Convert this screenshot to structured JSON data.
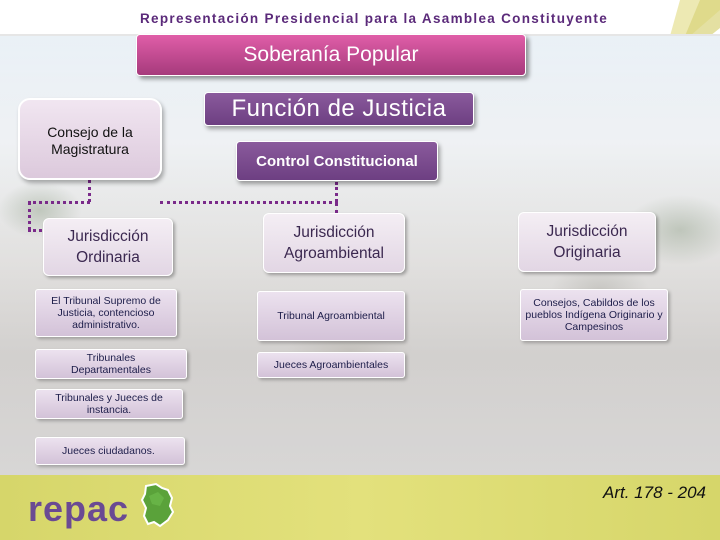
{
  "header": {
    "title": "Representación Presidencial para la Asamblea Constituyente"
  },
  "diagram": {
    "top": "Soberanía Popular",
    "function": "Función de Justicia",
    "control": "Control Constitucional",
    "consejo": "Consejo de la Magistratura",
    "columns": {
      "ordinaria": {
        "title": "Jurisdicción Ordinaria",
        "items": [
          "El Tribunal Supremo de Justicia, contencioso administrativo.",
          "Tribunales Departamentales",
          "Tribunales y Jueces de instancia.",
          "Jueces ciudadanos."
        ]
      },
      "agroambiental": {
        "title": "Jurisdicción Agroambiental",
        "items": [
          "Tribunal Agroambiental",
          "Jueces Agroambientales"
        ]
      },
      "originaria": {
        "title": "Jurisdicción Originaria",
        "items": [
          "Consejos, Cabildos de los pueblos Indígena Originario y Campesinos"
        ]
      }
    }
  },
  "footer": {
    "logo": "repac",
    "article": "Art. 178 - 204"
  },
  "colors": {
    "header_text": "#5b2a7a",
    "purple": "#6d3f82",
    "magenta": "#c04a93",
    "footer": "#e0dd78",
    "logo": "#6a4a93"
  }
}
